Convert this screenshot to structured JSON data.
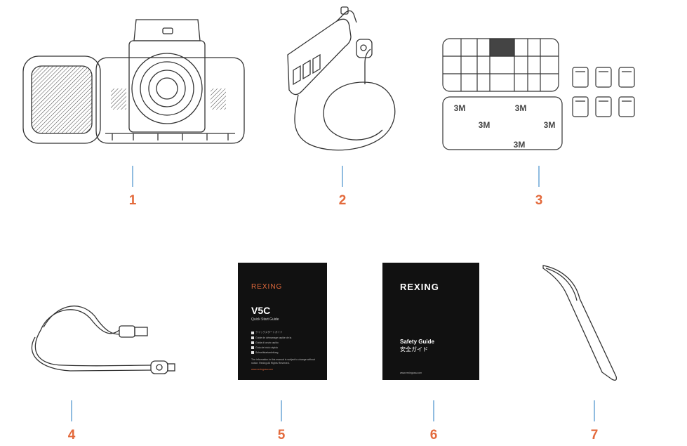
{
  "colors": {
    "accent": "#e36a3c",
    "leader": "#6aa6d6",
    "line": "#333333"
  },
  "items": [
    {
      "number": "1",
      "name": "dash-cam"
    },
    {
      "number": "2",
      "name": "car-charger"
    },
    {
      "number": "3",
      "name": "adhesive-mounts"
    },
    {
      "number": "4",
      "name": "usb-cable"
    },
    {
      "number": "5",
      "name": "quick-start-guide"
    },
    {
      "number": "6",
      "name": "safety-guide"
    },
    {
      "number": "7",
      "name": "pry-tool"
    }
  ],
  "adhesive_label": "3M",
  "quick_start_guide": {
    "brand": "REXING",
    "model": "V5C",
    "title": "Quick Start Guide",
    "languages": [
      "クイックスタートガイド",
      "Guide de démarrage rapide de la",
      "Guida di avvio rapido",
      "Guía de inicio rápido",
      "Schnellstartanleitung"
    ],
    "note": "The information in this manual is subject to change without notice. Rexing All Rights Reserved.",
    "website": "www.rexingusa.com"
  },
  "safety_guide": {
    "brand": "REXING",
    "title": "Safety Guide",
    "title_jp": "安全ガイド",
    "website": "www.rexingusa.com"
  }
}
